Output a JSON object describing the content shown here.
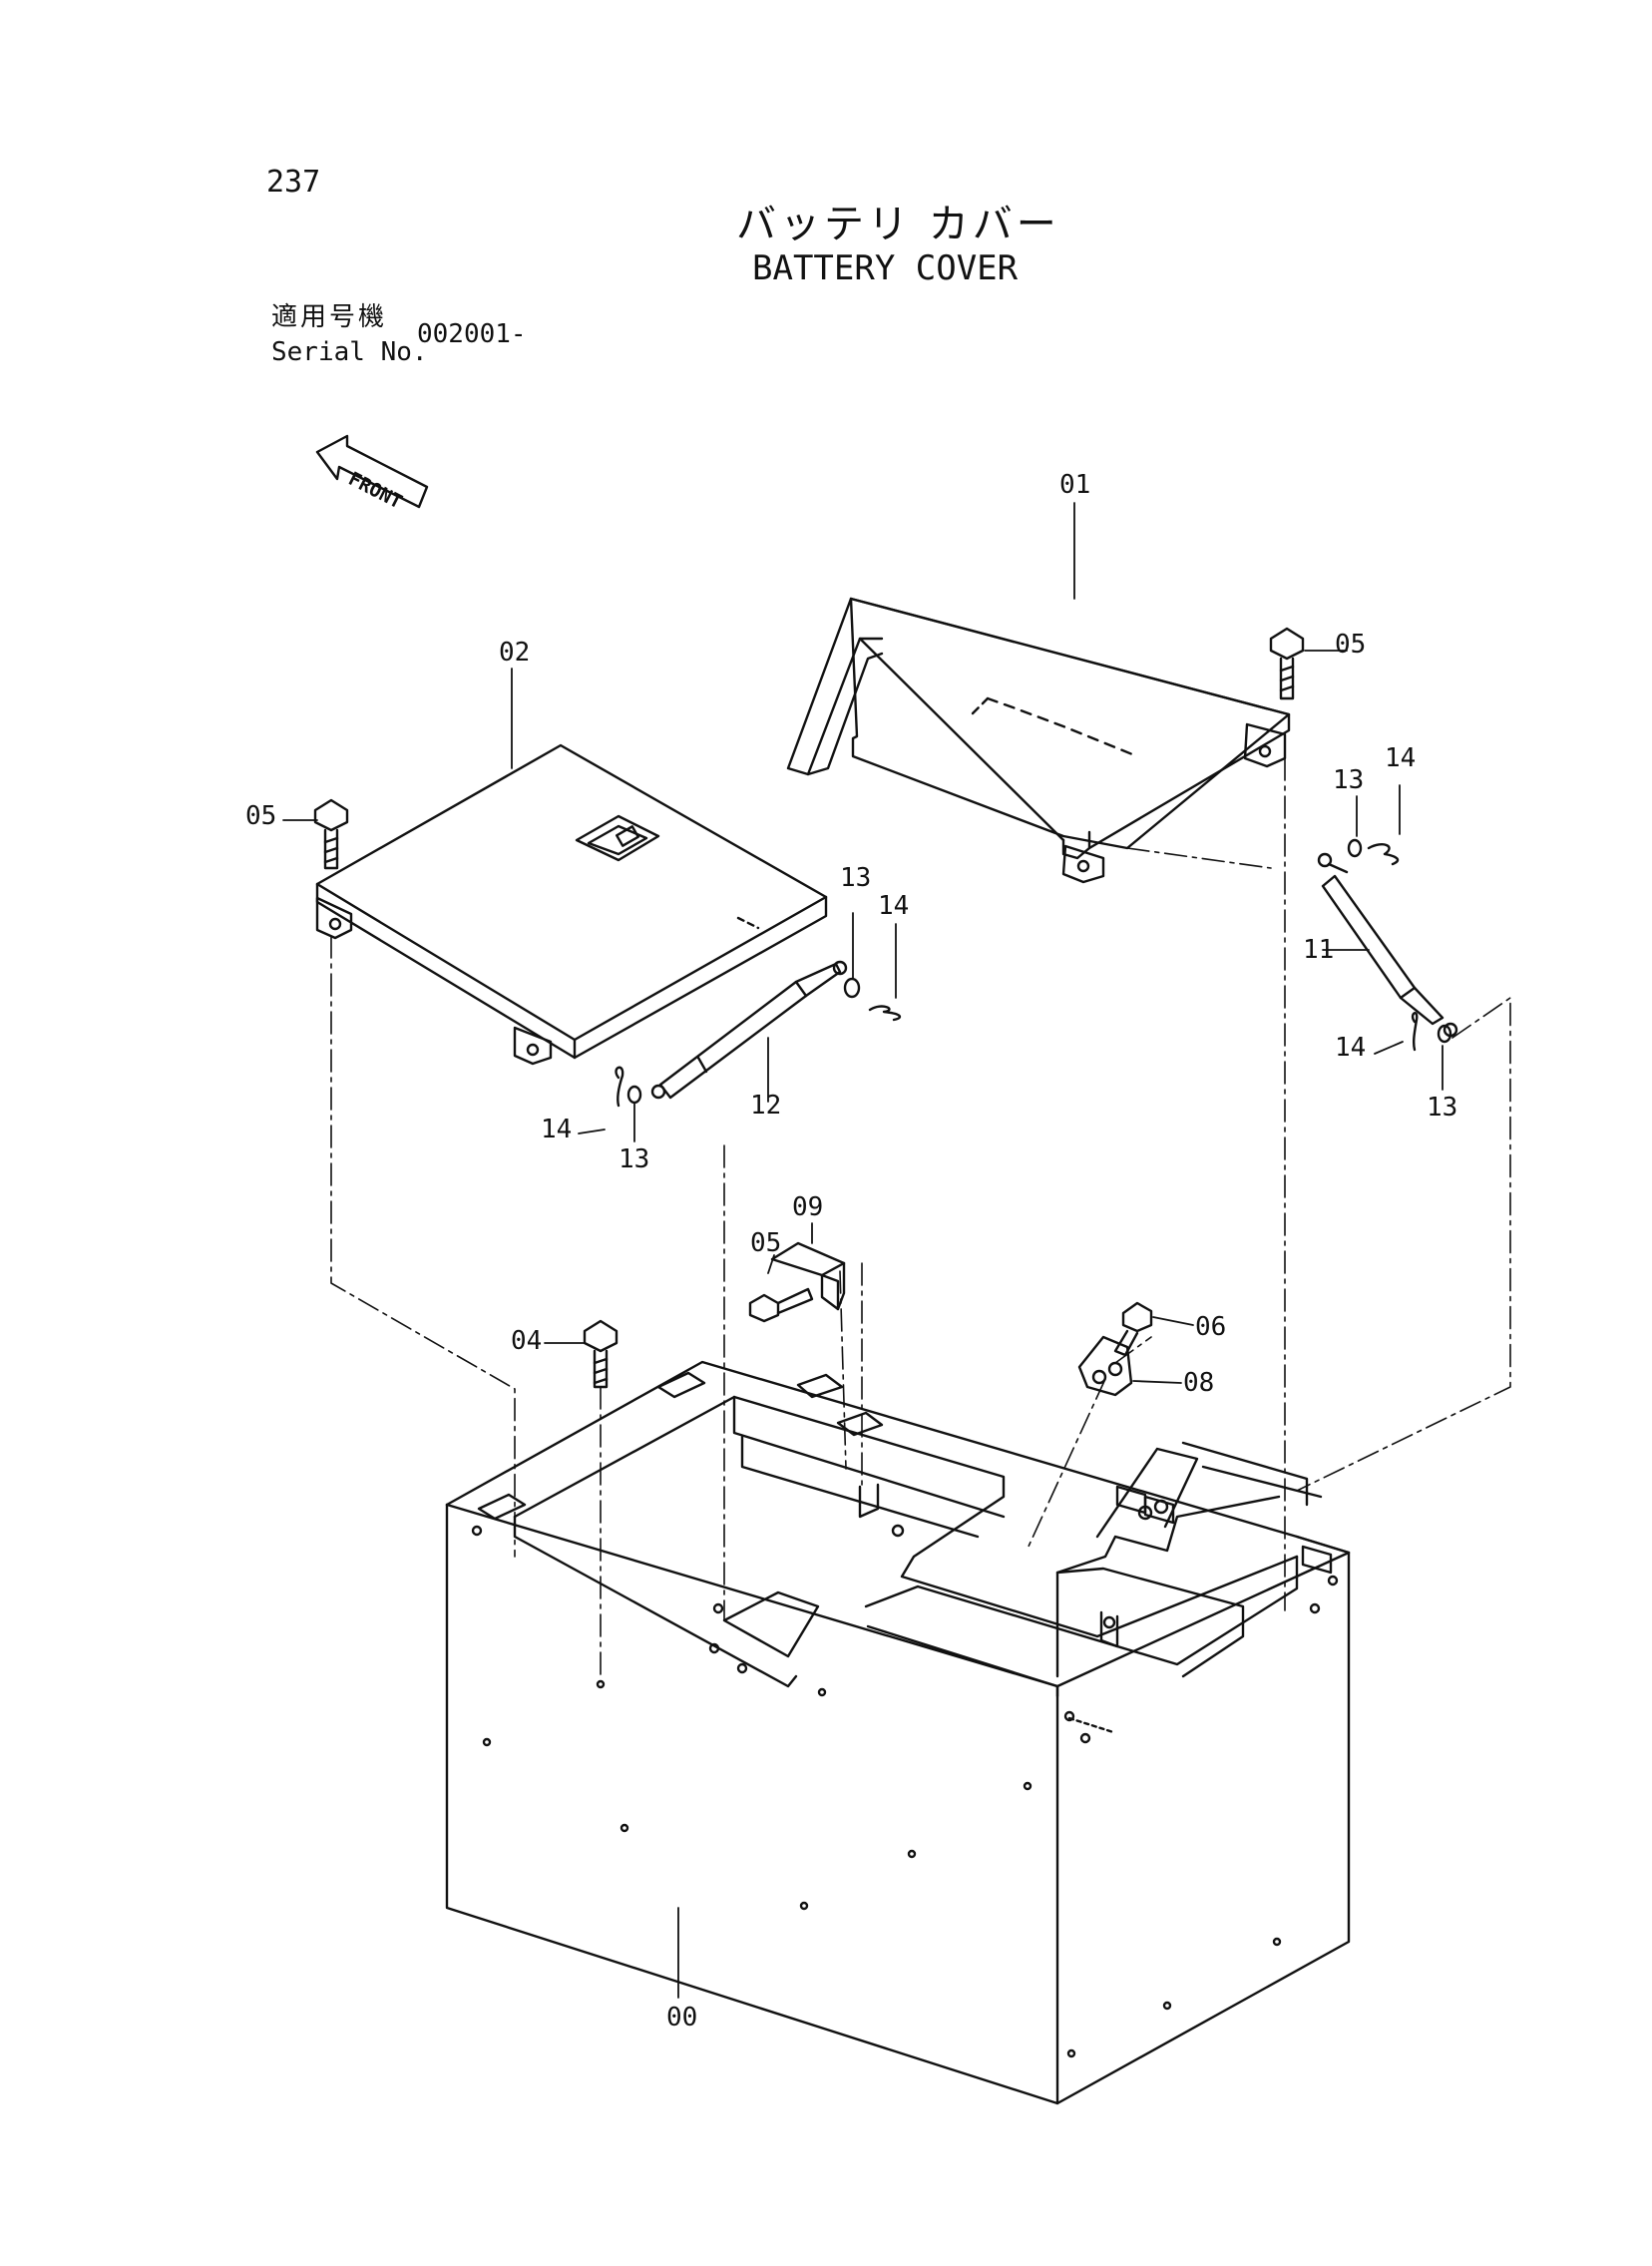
{
  "page": {
    "number": "237",
    "title_jp": "バッテリ カバー",
    "title_en": "BATTERY COVER",
    "applicability_jp": "適用号機",
    "serial_label": "Serial No.",
    "serial_value": "002001-"
  },
  "front_arrow": {
    "label": "FRONT"
  },
  "callouts": {
    "c00": "00",
    "c01": "01",
    "c02": "02",
    "c04": "04",
    "c05a": "05",
    "c05b": "05",
    "c05c": "05",
    "c06": "06",
    "c08": "08",
    "c09": "09",
    "c11": "11",
    "c12": "12",
    "c13a": "13",
    "c13b": "13",
    "c13c": "13",
    "c13d": "13",
    "c14a": "14",
    "c14b": "14",
    "c14c": "14",
    "c14d": "14"
  }
}
